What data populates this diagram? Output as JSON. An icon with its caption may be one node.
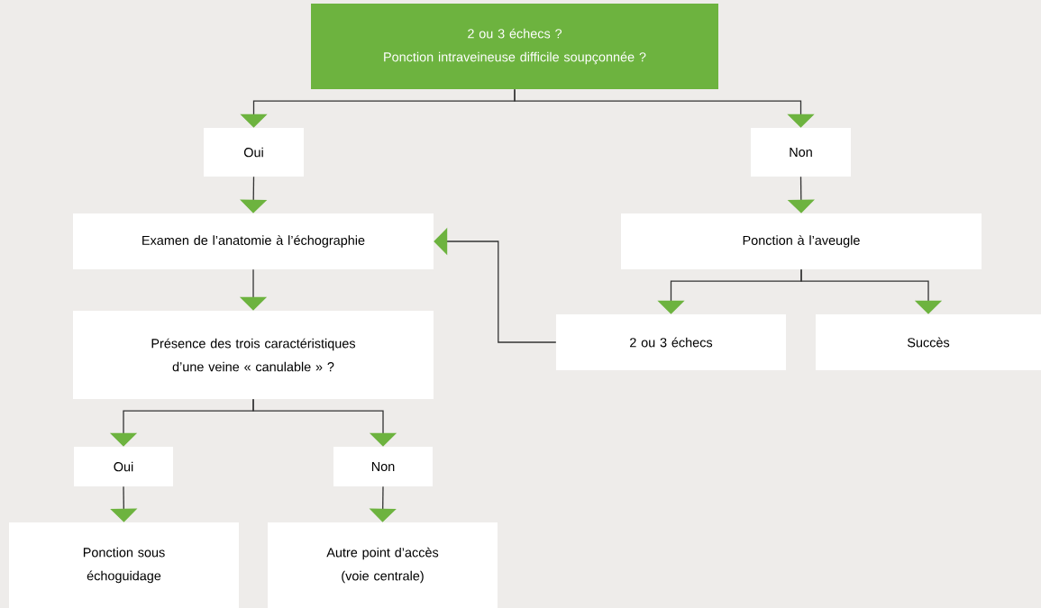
{
  "diagram": {
    "nodes": [
      {
        "text": [
          "2 ou 3 échecs ?",
          "Ponction intraveineuse difficile soupçonnée ?"
        ]
      },
      {
        "text": [
          "Oui"
        ]
      },
      {
        "text": [
          "Non"
        ]
      },
      {
        "text": [
          "Examen de l’anatomie à l’échographie"
        ]
      },
      {
        "text": [
          "Ponction à l’aveugle"
        ]
      },
      {
        "text": [
          "Présence des trois caractéristiques d’une veine « canulable » ?"
        ]
      },
      {
        "text": [
          "2 ou 3 échecs"
        ]
      },
      {
        "text": [
          "Succès"
        ]
      },
      {
        "text": [
          "Oui"
        ]
      },
      {
        "text": [
          "Non"
        ]
      },
      {
        "text": [
          "Ponction sous échoguidage"
        ]
      },
      {
        "text": [
          "Autre point d’accès (voie centrale)"
        ]
      }
    ],
    "edges": [
      {
        "from": 0,
        "to": 1,
        "arrow": "to"
      },
      {
        "from": 0,
        "to": 2,
        "arrow": "to"
      },
      {
        "from": 1,
        "to": 3,
        "arrow": "to"
      },
      {
        "from": 2,
        "to": 4,
        "arrow": "to"
      },
      {
        "from": 3,
        "to": 5,
        "arrow": "to"
      },
      {
        "from": 4,
        "to": 6,
        "arrow": "to"
      },
      {
        "from": 4,
        "to": 7,
        "arrow": "to"
      },
      {
        "from": 6,
        "to": 3,
        "arrow": "to"
      },
      {
        "from": 5,
        "to": 8,
        "arrow": "to"
      },
      {
        "from": 5,
        "to": 9,
        "arrow": "to"
      },
      {
        "from": 8,
        "to": 10,
        "arrow": "to"
      },
      {
        "from": 9,
        "to": 11,
        "arrow": "to"
      }
    ]
  }
}
